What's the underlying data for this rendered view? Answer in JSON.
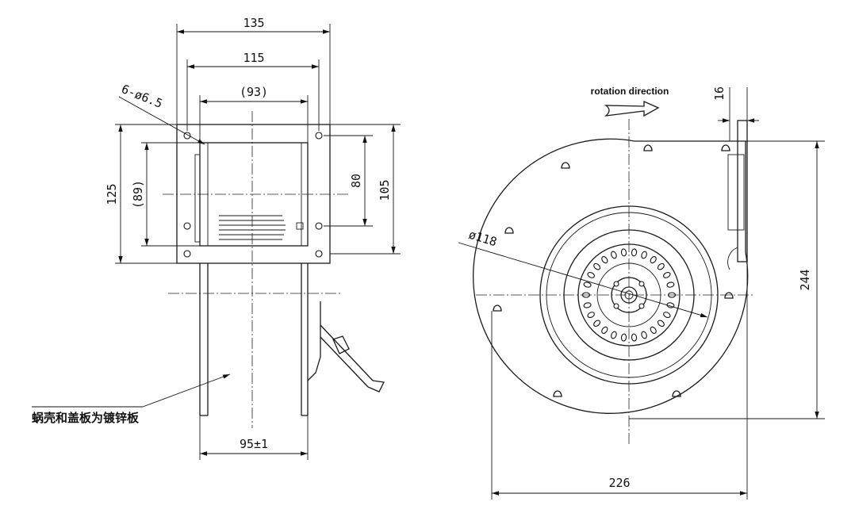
{
  "side_view": {
    "dim_135": "135",
    "dim_115": "115",
    "dim_93": "(93)",
    "dim_holes": "6-ø6.5",
    "dim_125": "125",
    "dim_89": "(89)",
    "dim_80": "80",
    "dim_105": "105",
    "dim_95": "95±1",
    "material_note": "蜗壳和盖板为镀锌板"
  },
  "front_view": {
    "rotation_label": "rotation direction",
    "dim_16": "16",
    "dim_118": "ø118",
    "dim_244": "244",
    "dim_226": "226"
  }
}
